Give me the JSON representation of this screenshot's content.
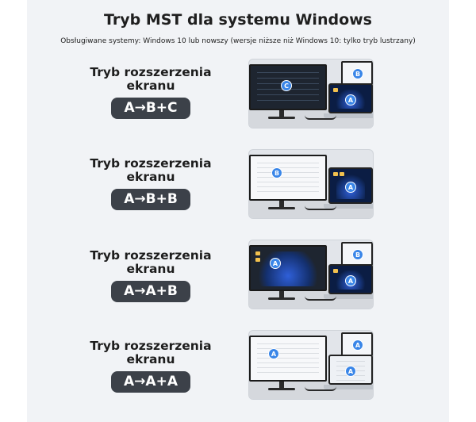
{
  "title": "Tryb MST dla systemu Windows",
  "subtitle": "Obsługiwane systemy: Windows 10 lub nowszy (wersje niższe niż Windows 10: tylko tryb lustrzany)",
  "modes": [
    {
      "label_line1": "Tryb rozszerzenia",
      "label_line2": "ekranu",
      "badge": "A→B+C",
      "monitor": "C",
      "tablet": "B",
      "laptop": "A"
    },
    {
      "label_line1": "Tryb rozszerzenia",
      "label_line2": "ekranu",
      "badge": "A→B+B",
      "monitor": "B",
      "laptop": "A"
    },
    {
      "label_line1": "Tryb rozszerzenia",
      "label_line2": "ekranu",
      "badge": "A→A+B",
      "monitor": "A",
      "tablet": "B",
      "laptop": "A"
    },
    {
      "label_line1": "Tryb rozszerzenia",
      "label_line2": "ekranu",
      "badge": "A→A+A",
      "monitor": "A",
      "tablet": "A",
      "laptop": "A"
    }
  ],
  "colors": {
    "badge_bg": "#3c4149",
    "screen_marker": "#3a86e8",
    "page_bg": "#f1f3f6"
  }
}
